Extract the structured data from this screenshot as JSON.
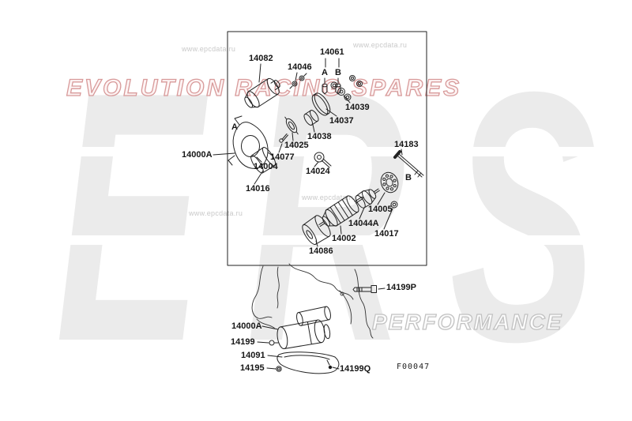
{
  "watermarks": {
    "site": "www.epcdata.ru",
    "banner": "EVOLUTION RACING SPARES",
    "ers": "ERS",
    "performance": "PERFORMANCE"
  },
  "figure": {
    "code": "F00047"
  },
  "labels": {
    "l14082": "14082",
    "l14046": "14046",
    "l14061": "14061",
    "letter_a1": "A",
    "letter_b1": "B",
    "l14039": "14039",
    "l14037": "14037",
    "l14038": "14038",
    "l14025": "14025",
    "l14077": "14077",
    "l14004": "14004",
    "l14024": "14024",
    "l14016": "14016",
    "l14000a_top": "14000A",
    "letter_a2": "A",
    "l14183": "14183",
    "letter_b2": "B",
    "l14005": "14005",
    "l14044a": "14044A",
    "l14002": "14002",
    "l14017": "14017",
    "l14086": "14086",
    "l14199p": "14199P",
    "l14000a_bottom": "14000A",
    "l14199": "14199",
    "l14091": "14091",
    "l14195": "14195",
    "l14199q": "14199Q"
  }
}
